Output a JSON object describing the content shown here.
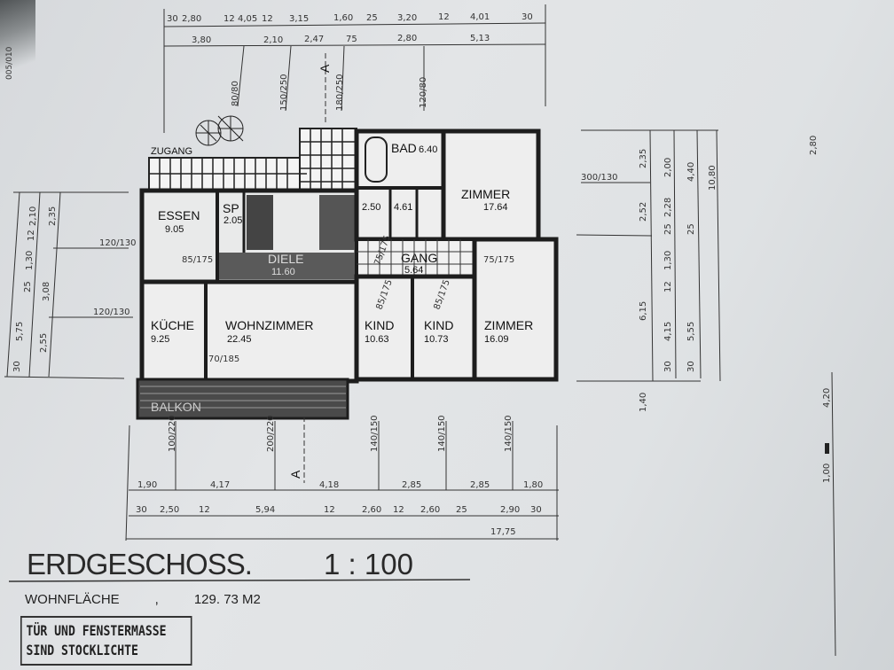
{
  "sheet_code": "005/010",
  "title": "ERDGESCHOSS.",
  "scale": "1 : 100",
  "living_area": {
    "label": "WOHNFLÄCHE",
    "separator": ",",
    "value": "129. 73 M2"
  },
  "stamp": [
    "TÜR UND FENSTERMASSE",
    "SIND STOCKLICHTE"
  ],
  "rooms": {
    "zugang": "ZUGANG",
    "essen": {
      "name": "ESSEN",
      "area": "9.05"
    },
    "sp": {
      "name": "SP",
      "area": "2.05"
    },
    "diele": {
      "name": "DIELE",
      "area": "11.60"
    },
    "bad": {
      "name": "BAD",
      "area": "6.40"
    },
    "wc": {
      "area": "2.50"
    },
    "dusche": {
      "area": "4.61"
    },
    "zimmer1": {
      "name": "ZIMMER",
      "area": "17.64"
    },
    "gang": {
      "name": "GANG",
      "area": "5.64"
    },
    "kueche": {
      "name": "KÜCHE",
      "area": "9.25"
    },
    "wohnzimmer": {
      "name": "WOHNZIMMER",
      "area": "22.45"
    },
    "kind1": {
      "name": "KIND",
      "area": "10.63"
    },
    "kind2": {
      "name": "KIND",
      "area": "10.73"
    },
    "zimmer2": {
      "name": "ZIMMER",
      "area": "16.09"
    },
    "balkon": "BALKON"
  },
  "doors": {
    "essen": "85/175",
    "gang": "75/175",
    "zimmer2": "75/175",
    "wohn": "70/185",
    "kind1": "85/175",
    "kind2": "85/175"
  },
  "section_marker": "A",
  "dims_top_row1": [
    "30",
    "2,80",
    "12",
    "4,05",
    "12",
    "3,15",
    "1,60",
    "25",
    "3,20",
    "12",
    "4,01",
    "30"
  ],
  "dims_top_row2": [
    "3,80",
    "2,10",
    "2,47",
    "75",
    "2,80",
    "5,13"
  ],
  "dims_top_openings": [
    "80/80",
    "150/250",
    "180/250",
    "120/80"
  ],
  "dims_bottom_row1": [
    "1,90",
    "4,17",
    "4,18",
    "2,85",
    "2,85",
    "1,80"
  ],
  "dims_bottom_row2": [
    "30",
    "2,50",
    "12",
    "5,94",
    "12",
    "2,60",
    "12",
    "2,60",
    "25",
    "2,90",
    "30"
  ],
  "dims_bottom_total": "17,75",
  "dims_bottom_openings": [
    "100/220",
    "200/220",
    "140/150",
    "140/150",
    "140/150"
  ],
  "dims_right": [
    "2,35",
    "2,00",
    "4,40",
    "10,80",
    "2,52",
    "2,28",
    "25",
    "25",
    "1,30",
    "12",
    "6,15",
    "4,15",
    "5,55",
    "30",
    "30",
    "1,40"
  ],
  "dims_right_opening": "300/130",
  "dims_left": [
    "2,10",
    "12",
    "1,30",
    "2,35",
    "25",
    "3,08",
    "5,75",
    "2,55",
    "30"
  ],
  "dims_left_openings": [
    "120/130",
    "120/130"
  ],
  "dims_far_right": [
    "2,80",
    "4,20",
    "1,00"
  ]
}
